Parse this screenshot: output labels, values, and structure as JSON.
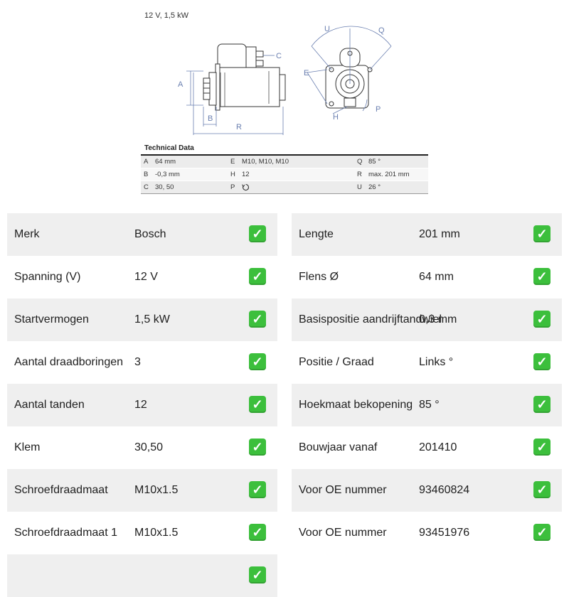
{
  "drawing": {
    "caption": "12 V, 1,5 kW",
    "dimension_letters": {
      "A": "A",
      "B": "B",
      "C": "C",
      "E": "E",
      "H": "H",
      "P": "P",
      "Q": "Q",
      "R": "R",
      "U": "U"
    },
    "tech_title": "Technical Data",
    "tech_rows": [
      {
        "k1": "A",
        "v1": "64 mm",
        "k2": "E",
        "v2": "M10, M10, M10",
        "k3": "Q",
        "v3": "85 °"
      },
      {
        "k1": "B",
        "v1": "-0,3 mm",
        "k2": "H",
        "v2": "12",
        "k3": "R",
        "v3": "max. 201 mm"
      },
      {
        "k1": "C",
        "v1": "30, 50",
        "k2": "P",
        "v2": "",
        "k3": "U",
        "v3": "26 °"
      }
    ]
  },
  "specs_left": [
    {
      "label": "Merk",
      "value": "Bosch"
    },
    {
      "label": "Spanning (V)",
      "value": "12 V"
    },
    {
      "label": "Startvermogen",
      "value": "1,5 kW"
    },
    {
      "label": "Aantal draadboringen",
      "value": "3"
    },
    {
      "label": "Aantal tanden",
      "value": "12"
    },
    {
      "label": "Klem",
      "value": "30,50"
    },
    {
      "label": "Schroefdraadmaat",
      "value": "M10x1.5"
    },
    {
      "label": "Schroefdraadmaat 1",
      "value": "M10x1.5"
    },
    {
      "label": "",
      "value": ""
    }
  ],
  "specs_right": [
    {
      "label": "Lengte",
      "value": "201 mm"
    },
    {
      "label": "Flens Ø",
      "value": "64 mm"
    },
    {
      "label": "Basispositie aandrijftandwiel",
      "value": "0,3 mm"
    },
    {
      "label": "Positie / Graad",
      "value": "Links °"
    },
    {
      "label": "Hoekmaat bekopening",
      "value": "85 °"
    },
    {
      "label": "Bouwjaar vanaf",
      "value": "201410"
    },
    {
      "label": "Voor OE nummer",
      "value": "93460824"
    },
    {
      "label": "Voor OE nummer",
      "value": "93451976"
    }
  ],
  "check_glyph": "✓",
  "colors": {
    "check_green": "#3cbf3c",
    "row_shade": "#efefef",
    "dimension_blue": "#6a7fb0"
  }
}
